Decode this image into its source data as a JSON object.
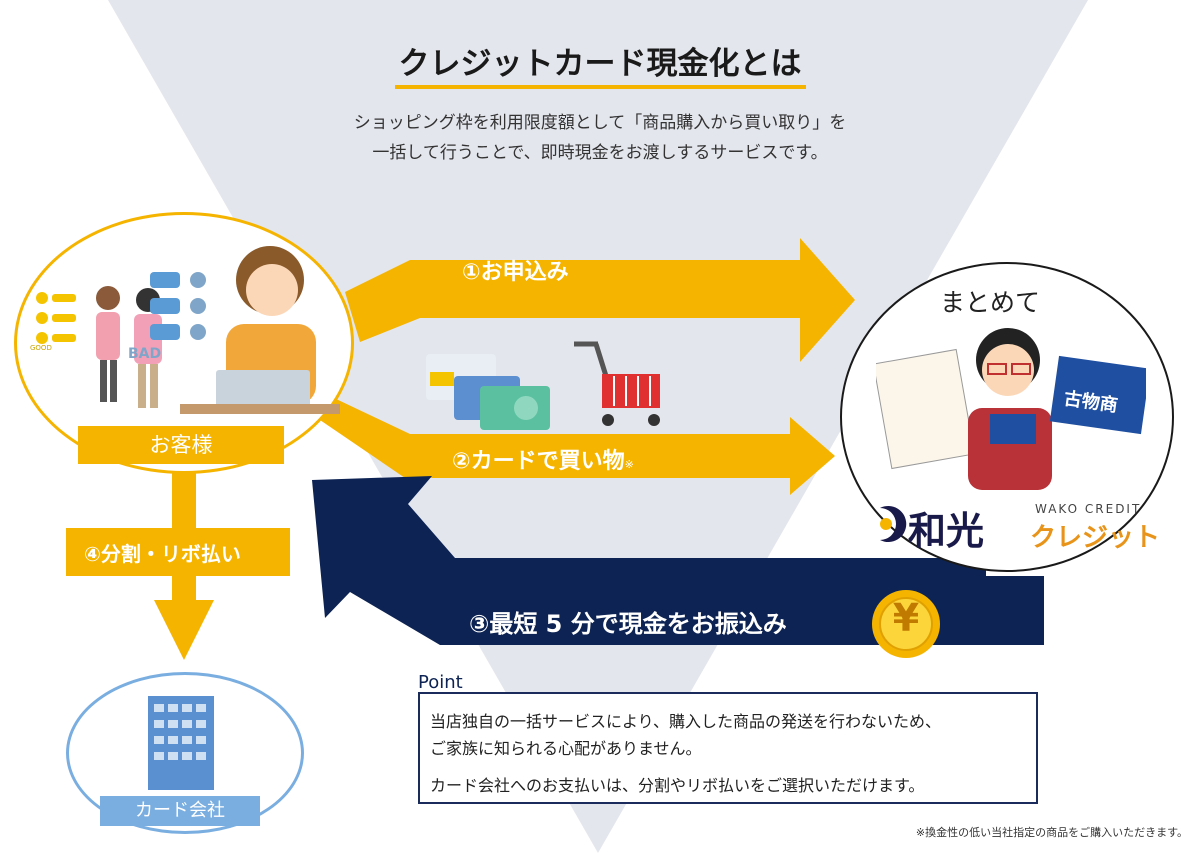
{
  "title": "クレジットカード現金化とは",
  "description": {
    "line1": "ショッピング枠を利用限度額として「商品購入から買い取り」を",
    "line2": "一括して行うことで、即時現金をお渡しするサービスです。"
  },
  "customer": {
    "label": "お客様",
    "bad_label": "BAD",
    "good_label": "GOOD"
  },
  "card_company": {
    "label": "カード会社"
  },
  "shop": {
    "together_label": "まとめて",
    "brand_jp": "和光",
    "brand_en": "WAKO CREDIT",
    "brand_kana": "クレジット",
    "license_label": "古物商"
  },
  "steps": {
    "step1": "①お申込み",
    "step2": "②カードで買い物",
    "step2_mark": "※",
    "step3": "③最短 5 分で現金をお振込み",
    "step4": "④分割・リボ払い"
  },
  "yen_symbol": "¥",
  "point": {
    "title": "Point",
    "para1_line1": "当店独自の一括サービスにより、購入した商品の発送を行わないため、",
    "para1_line2": "ご家族に知られる心配がありません。",
    "para2": "カード会社へのお支払いは、分割やリボ払いをご選択いただけます。"
  },
  "footnote": "※換金性の低い当社指定の商品をご購入いただきます。",
  "colors": {
    "accent": "#f5b400",
    "navy": "#0d2353",
    "triangle": "#e4e6ee",
    "card_company": "#7aaee0"
  }
}
